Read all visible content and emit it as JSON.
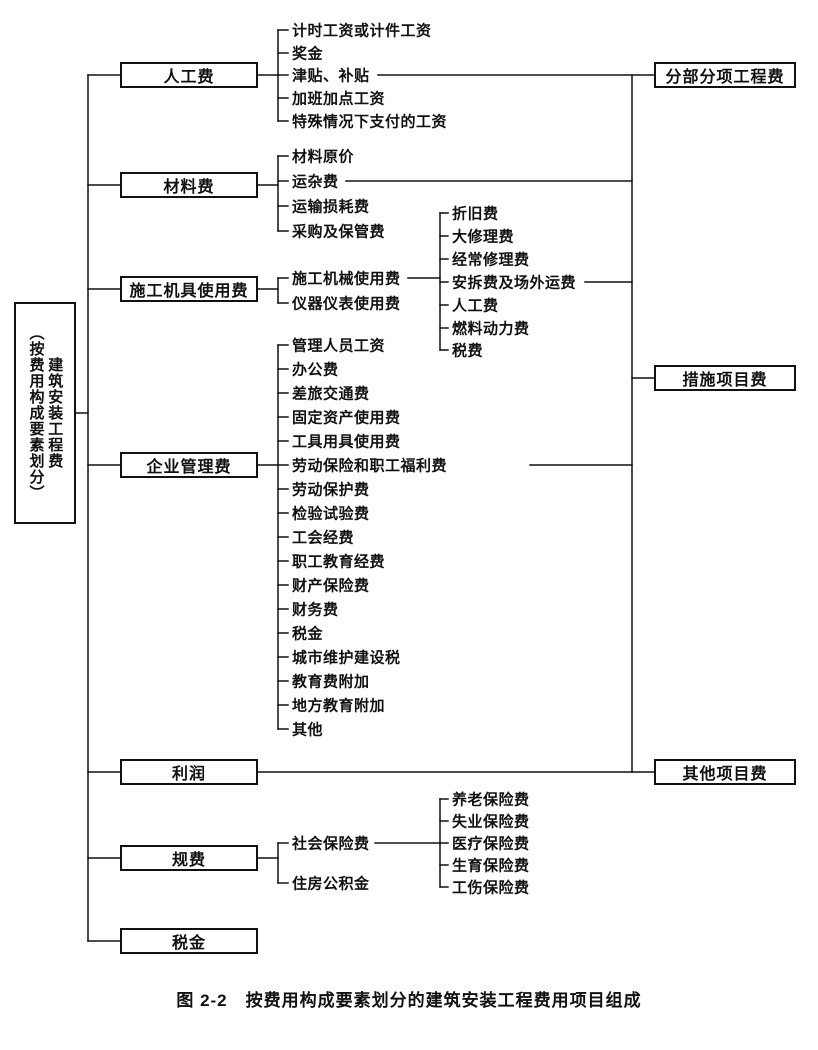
{
  "figure": {
    "caption": "图 2-2　按费用构成要素划分的建筑安装工程费用项目组成"
  },
  "colors": {
    "ink": "#111111",
    "background": "#ffffff"
  },
  "root": {
    "annotation": "（按费用构成要素划分）",
    "title": "建筑安装工程费"
  },
  "branches": {
    "labor": {
      "label": "人工费",
      "children": [
        "计时工资或计件工资",
        "奖金",
        "津贴、补贴",
        "加班加点工资",
        "特殊情况下支付的工资"
      ]
    },
    "material": {
      "label": "材料费",
      "children": [
        "材料原价",
        "运杂费",
        "运输损耗费",
        "采购及保管费"
      ]
    },
    "machinery": {
      "label": "施工机具使用费",
      "children": [
        "施工机械使用费",
        "仪器仪表使用费"
      ],
      "machine_children": [
        "折旧费",
        "大修理费",
        "经常修理费",
        "安拆费及场外运费",
        "人工费",
        "燃料动力费",
        "税费"
      ]
    },
    "management": {
      "label": "企业管理费",
      "children": [
        "管理人员工资",
        "办公费",
        "差旅交通费",
        "固定资产使用费",
        "工具用具使用费",
        "劳动保险和职工福利费",
        "劳动保护费",
        "检验试验费",
        "工会经费",
        "职工教育经费",
        "财产保险费",
        "财务费",
        "税金",
        "城市维护建设税",
        "教育费附加",
        "地方教育附加",
        "其他"
      ]
    },
    "profit": {
      "label": "利润"
    },
    "fees": {
      "label": "规费",
      "children": [
        "社会保险费",
        "住房公积金"
      ],
      "social_children": [
        "养老保险费",
        "失业保险费",
        "医疗保险费",
        "生育保险费",
        "工伤保险费"
      ]
    },
    "tax": {
      "label": "税金"
    }
  },
  "right_boxes": [
    "分部分项工程费",
    "措施项目费",
    "其他项目费"
  ]
}
